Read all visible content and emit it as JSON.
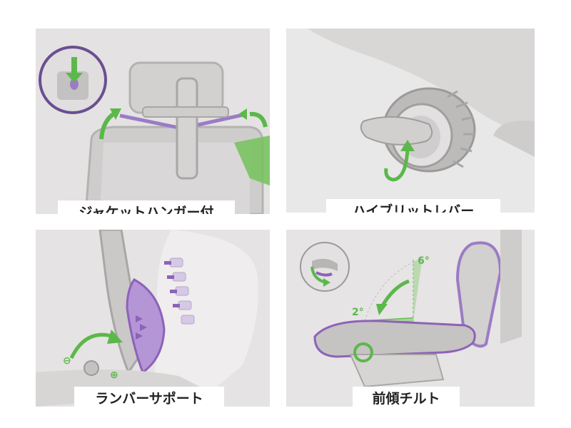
{
  "panels": [
    {
      "caption": "ジャケットハンガー付"
    },
    {
      "caption": "ハイブリットレバー"
    },
    {
      "caption": "ランバーサポート",
      "minus_symbol": "⊖",
      "plus_symbol": "⊕"
    },
    {
      "caption": "前傾チルト",
      "angle_top": "6°",
      "angle_left": "2°"
    }
  ],
  "colors": {
    "green": "#5bb84a",
    "purple": "#8d62b8",
    "chair": "#c9c6c6"
  },
  "icons": [
    "arrow-down-icon",
    "curved-arrow-icon",
    "rotate-arrow-icon",
    "push-arrows-icon",
    "magnifier-inset-icon"
  ]
}
